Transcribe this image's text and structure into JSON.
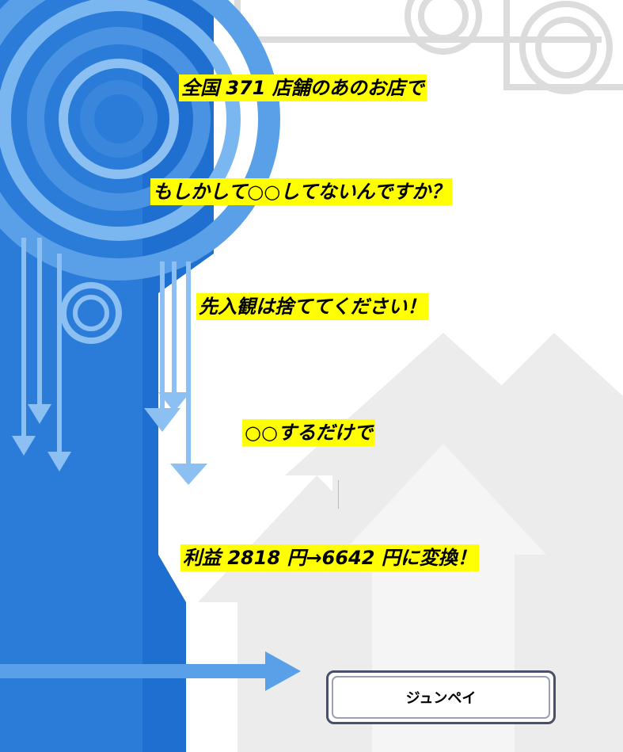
{
  "headline": {
    "line1": "全国 371 店舗のあのお店で",
    "line2": "もしかして○○してないんですか？",
    "line3": "先入観は捨ててください！",
    "line4": "○○するだけで",
    "line5": "利益 2818 円→6642 円に変換！"
  },
  "cta": {
    "button_label": "ジュンペイ"
  },
  "colors": {
    "highlight": "#ffff00",
    "panel_blue": "#1f6fd0",
    "panel_light_blue": "#5aa0e8",
    "arrow_gray": "#ececec"
  }
}
